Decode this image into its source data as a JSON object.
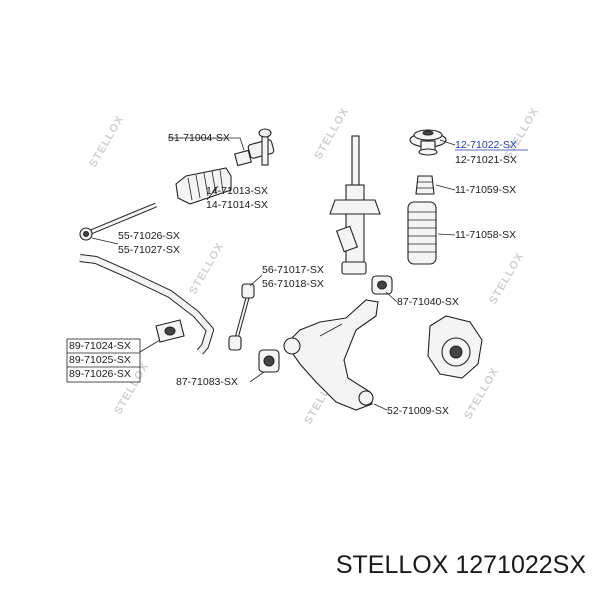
{
  "labels": {
    "p51_71004": "51-71004-SX",
    "p14_71013": "14-71013-SX",
    "p14_71014": "14-71014-SX",
    "p55_71026": "55-71026-SX",
    "p55_71027": "55-71027-SX",
    "p56_71017": "56-71017-SX",
    "p56_71018": "56-71018-SX",
    "p89_71024": "89-71024-SX",
    "p89_71025": "89-71025-SX",
    "p89_71026": "89-71026-SX",
    "p87_71083": "87-71083-SX",
    "p12_71022": "12-71022-SX",
    "p12_71021": "12-71021-SX",
    "p11_71059": "11-71059-SX",
    "p11_71058": "11-71058-SX",
    "p87_71040": "87-71040-SX",
    "p52_71009": "52-71009-SX"
  },
  "watermark": "STELLOX",
  "caption": "STELLOX 1271022SX",
  "highlight_color": "#1f3f9e"
}
